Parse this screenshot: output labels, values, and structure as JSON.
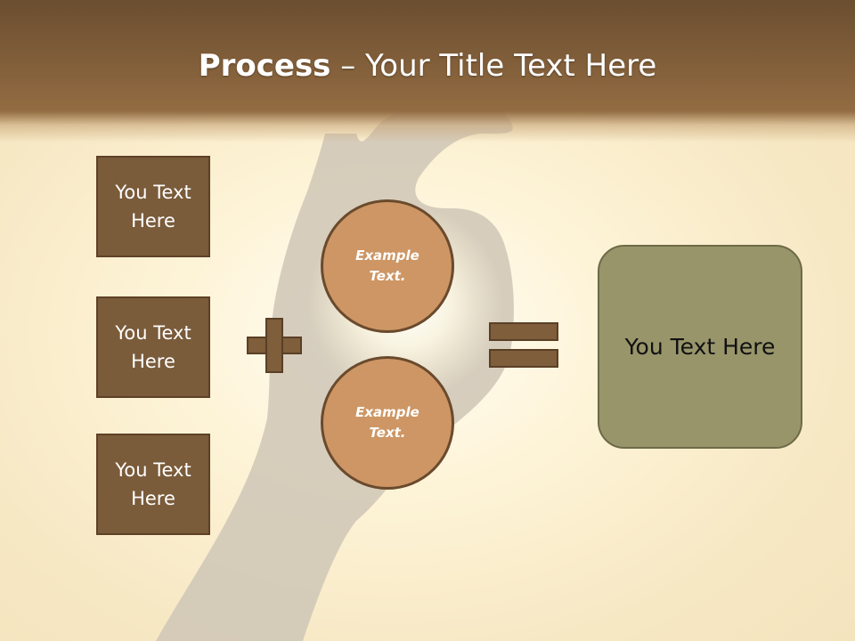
{
  "title": {
    "bold_part": "Process",
    "rest_part": " – Your Title Text Here"
  },
  "inputs": [
    {
      "label": "You Text Here"
    },
    {
      "label": "You Text Here"
    },
    {
      "label": "You Text Here"
    }
  ],
  "circles": [
    {
      "label": "Example Text."
    },
    {
      "label": "Example Text."
    }
  ],
  "operators": {
    "plus": "plus-sign",
    "equals": "equals-sign"
  },
  "result": {
    "label": "You Text Here"
  },
  "colors": {
    "title_bar": "#7f5d39",
    "box_fill": "#7a5b3a",
    "circle_fill": "#cd9664",
    "result_fill": "#98956a",
    "operator_fill": "#7e5e3b"
  }
}
